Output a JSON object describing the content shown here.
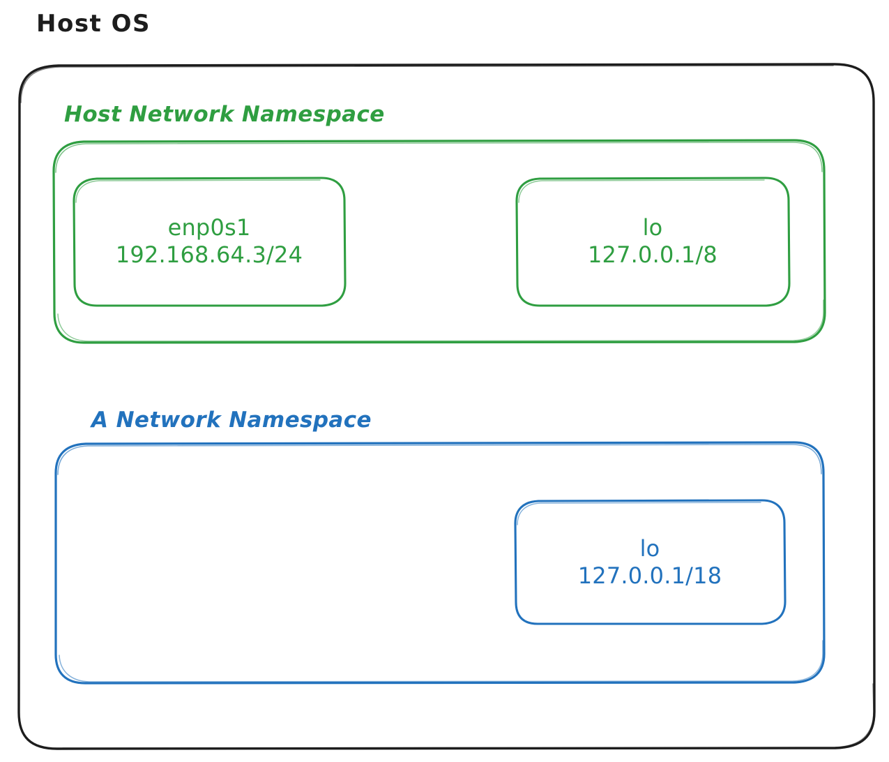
{
  "diagram": {
    "title": "Host OS",
    "colors": {
      "outline": "#1d1d1d",
      "host_namespace": "#2f9e41",
      "other_namespace": "#2272bd",
      "background": "#ffffff"
    },
    "namespaces": [
      {
        "id": "host-network-namespace",
        "label": "Host Network Namespace",
        "color": "#2f9e41",
        "interfaces": [
          {
            "id": "enp0s1",
            "name": "enp0s1",
            "address": "192.168.64.3/24"
          },
          {
            "id": "host-lo",
            "name": "lo",
            "address": "127.0.0.1/8"
          }
        ]
      },
      {
        "id": "a-network-namespace",
        "label": "A Network Namespace",
        "color": "#2272bd",
        "interfaces": [
          {
            "id": "ns-lo",
            "name": "lo",
            "address": "127.0.0.1/18"
          }
        ]
      }
    ]
  }
}
